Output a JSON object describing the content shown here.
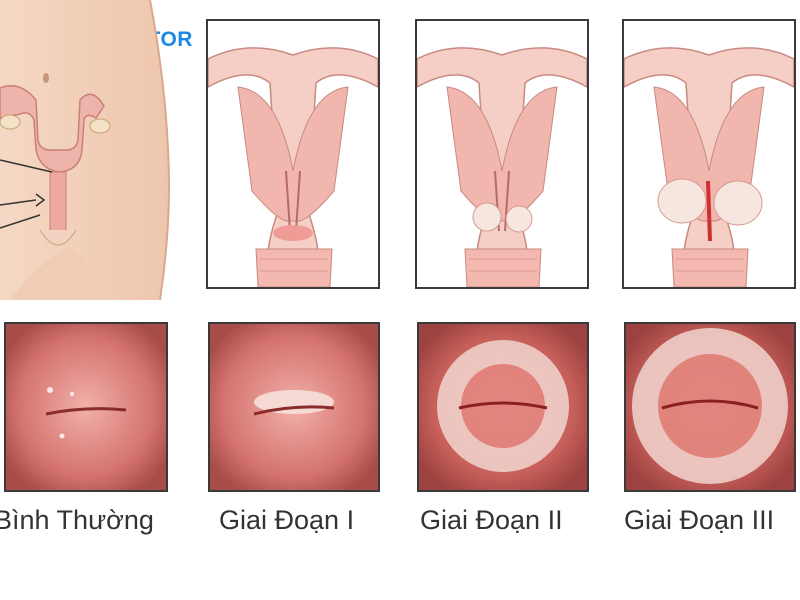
{
  "brand": {
    "logo_t": "T",
    "logo_rest": "DOCTOR",
    "icon": "stethoscope-heart-icon",
    "colors": {
      "red": "#e53935",
      "blue": "#1e88e5"
    }
  },
  "captions": [
    "Bình Thường",
    "Giai Đoạn I",
    "Giai Đoạn II",
    "Giai Đoạn III"
  ]
}
